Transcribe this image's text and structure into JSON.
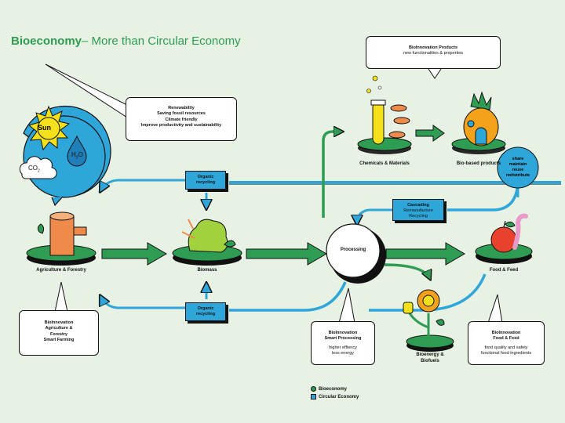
{
  "title": {
    "bold": "Bioeconomy",
    "rest": "– More than Circular Economy"
  },
  "colors": {
    "bioeconomy_green": "#2e9c52",
    "circular_blue": "#2fa6d9",
    "background": "#e8f2e4"
  },
  "speech_bubbles": {
    "top_left": {
      "lines": [
        "Renewability",
        "Saving fossil resources",
        "Climate friendly",
        "Improve productivity and sustainability"
      ]
    },
    "top_right": {
      "title": "BioInnovation Products",
      "subtitle": "new functionalities & properties"
    },
    "bottom_left": {
      "lines": [
        "BioInnovation",
        "Agriculture &",
        "Forestry",
        "Smart Farming"
      ]
    },
    "bottom_mid": {
      "title_lines": [
        "BioInnovation",
        "Smart Processing"
      ],
      "detail_lines": [
        "higher effiency",
        "less energy"
      ]
    },
    "bottom_right": {
      "title_lines": [
        "BioInnovation",
        "Food & Feed"
      ],
      "detail_lines": [
        "food quality and safety",
        "functional food ingredients"
      ]
    }
  },
  "sun_circle": {
    "sun": "Sun",
    "water": "H",
    "water_sub": "2",
    "water_end": "O",
    "co2": "CO",
    "co2_sub": "2"
  },
  "nodes": {
    "agriculture": "Agriculture & Forestry",
    "biomass": "Biomass",
    "processing": "Processing",
    "food": "Food & Feed",
    "chemicals": "Chemicals & Materials",
    "biobased": "Bio-based products",
    "bioenergy_line1": "Bioenergy &",
    "bioenergy_line2": "Biofuels"
  },
  "share_circle": [
    "share",
    "maintain",
    "reuse",
    "redistribute"
  ],
  "circular_boxes": {
    "organic_top": [
      "Organic",
      "recycling"
    ],
    "organic_bottom": [
      "Organic",
      "recycling"
    ],
    "cascading": {
      "title": "Cascading",
      "lines": [
        "Remanufacture",
        "Recycling"
      ]
    }
  },
  "legend": {
    "bioeconomy": "Bioeconomy",
    "circular": "Circular Economy"
  },
  "icons": [
    "sun-icon",
    "water-drop-icon",
    "cloud-icon",
    "tree-stump-icon",
    "biomass-blob-icon",
    "test-tube-icon",
    "pineapple-house-icon",
    "apple-icon",
    "worm-icon",
    "sunflower-icon"
  ]
}
